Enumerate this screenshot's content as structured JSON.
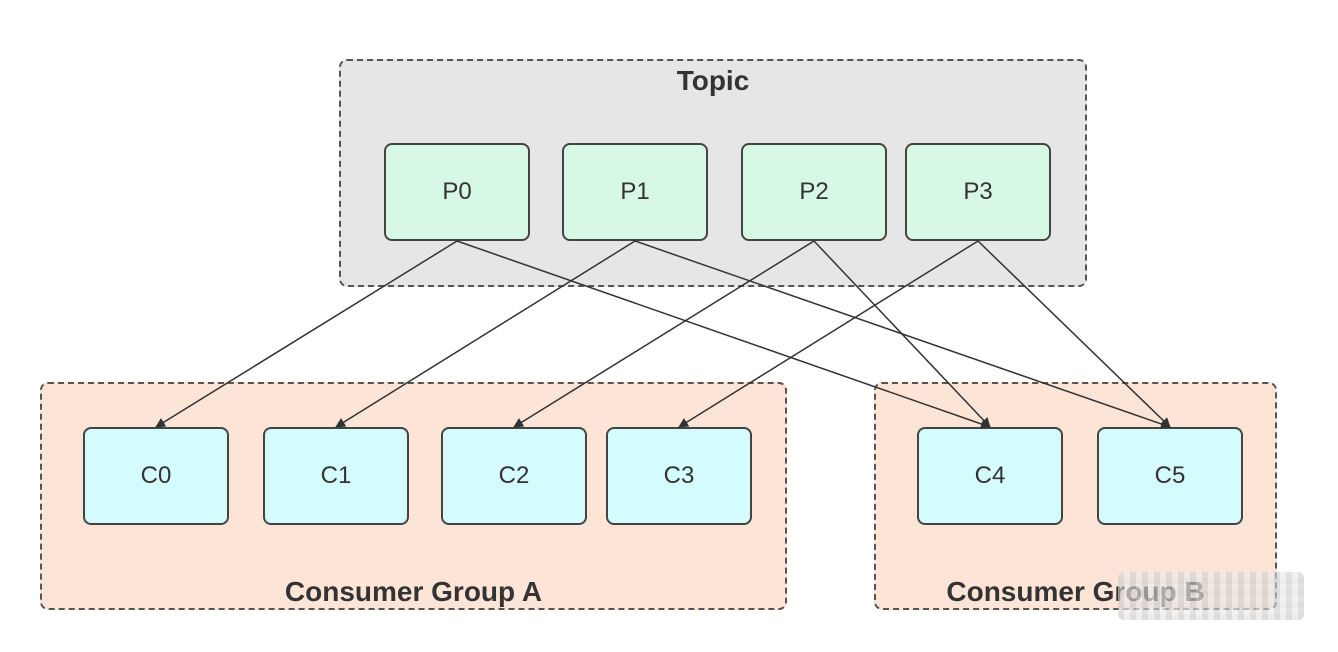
{
  "colors": {
    "topic_bg": "#e6e6e6",
    "group_bg": "#fce5d6",
    "partition_fill": "#d8f8e6",
    "consumer_fill": "#d4fbfd",
    "edge": "#333333"
  },
  "topic": {
    "label": "Topic",
    "partitions": [
      "P0",
      "P1",
      "P2",
      "P3"
    ]
  },
  "group_a": {
    "label": "Consumer Group A",
    "consumers": [
      "C0",
      "C1",
      "C2",
      "C3"
    ]
  },
  "group_b": {
    "label": "Consumer Group B",
    "consumers": [
      "C4",
      "C5"
    ]
  },
  "edges": [
    {
      "from": "P0",
      "to": "C0"
    },
    {
      "from": "P0",
      "to": "C4"
    },
    {
      "from": "P1",
      "to": "C1"
    },
    {
      "from": "P1",
      "to": "C5"
    },
    {
      "from": "P2",
      "to": "C2"
    },
    {
      "from": "P2",
      "to": "C4"
    },
    {
      "from": "P3",
      "to": "C3"
    },
    {
      "from": "P3",
      "to": "C5"
    }
  ]
}
